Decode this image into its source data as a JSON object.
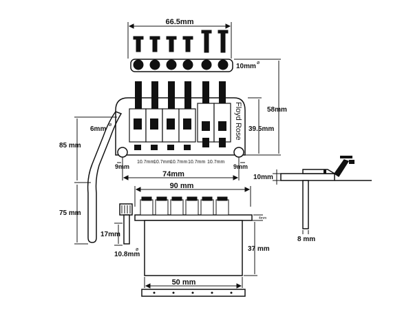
{
  "dimensions": {
    "top_width": "66.5mm",
    "post_diameter": "10mm",
    "bolt_diameter_symbol": "ø",
    "overall_height": "58mm",
    "body_height": "39.5mm",
    "arm_height": "85 mm",
    "arm_diameter": "6mm",
    "arm_diameter_symbol": "ø",
    "left_offset": "9mm",
    "right_offset": "9mm",
    "string_spacing": [
      "10.7mm",
      "10.7mm",
      "10.7mm",
      "10.7mm",
      "10.7mm"
    ],
    "post_spacing": "74mm",
    "base_width": "90 mm",
    "arm_length": "75 mm",
    "knob_height": "17mm",
    "knob_diameter": "10.8mm",
    "knob_diameter_symbol": "ø",
    "plate_thickness": "4mm",
    "block_height": "37 mm",
    "block_width": "50 mm",
    "side_height": "10mm",
    "side_post": "8 mm"
  },
  "brand_text": "Floyd Rose"
}
